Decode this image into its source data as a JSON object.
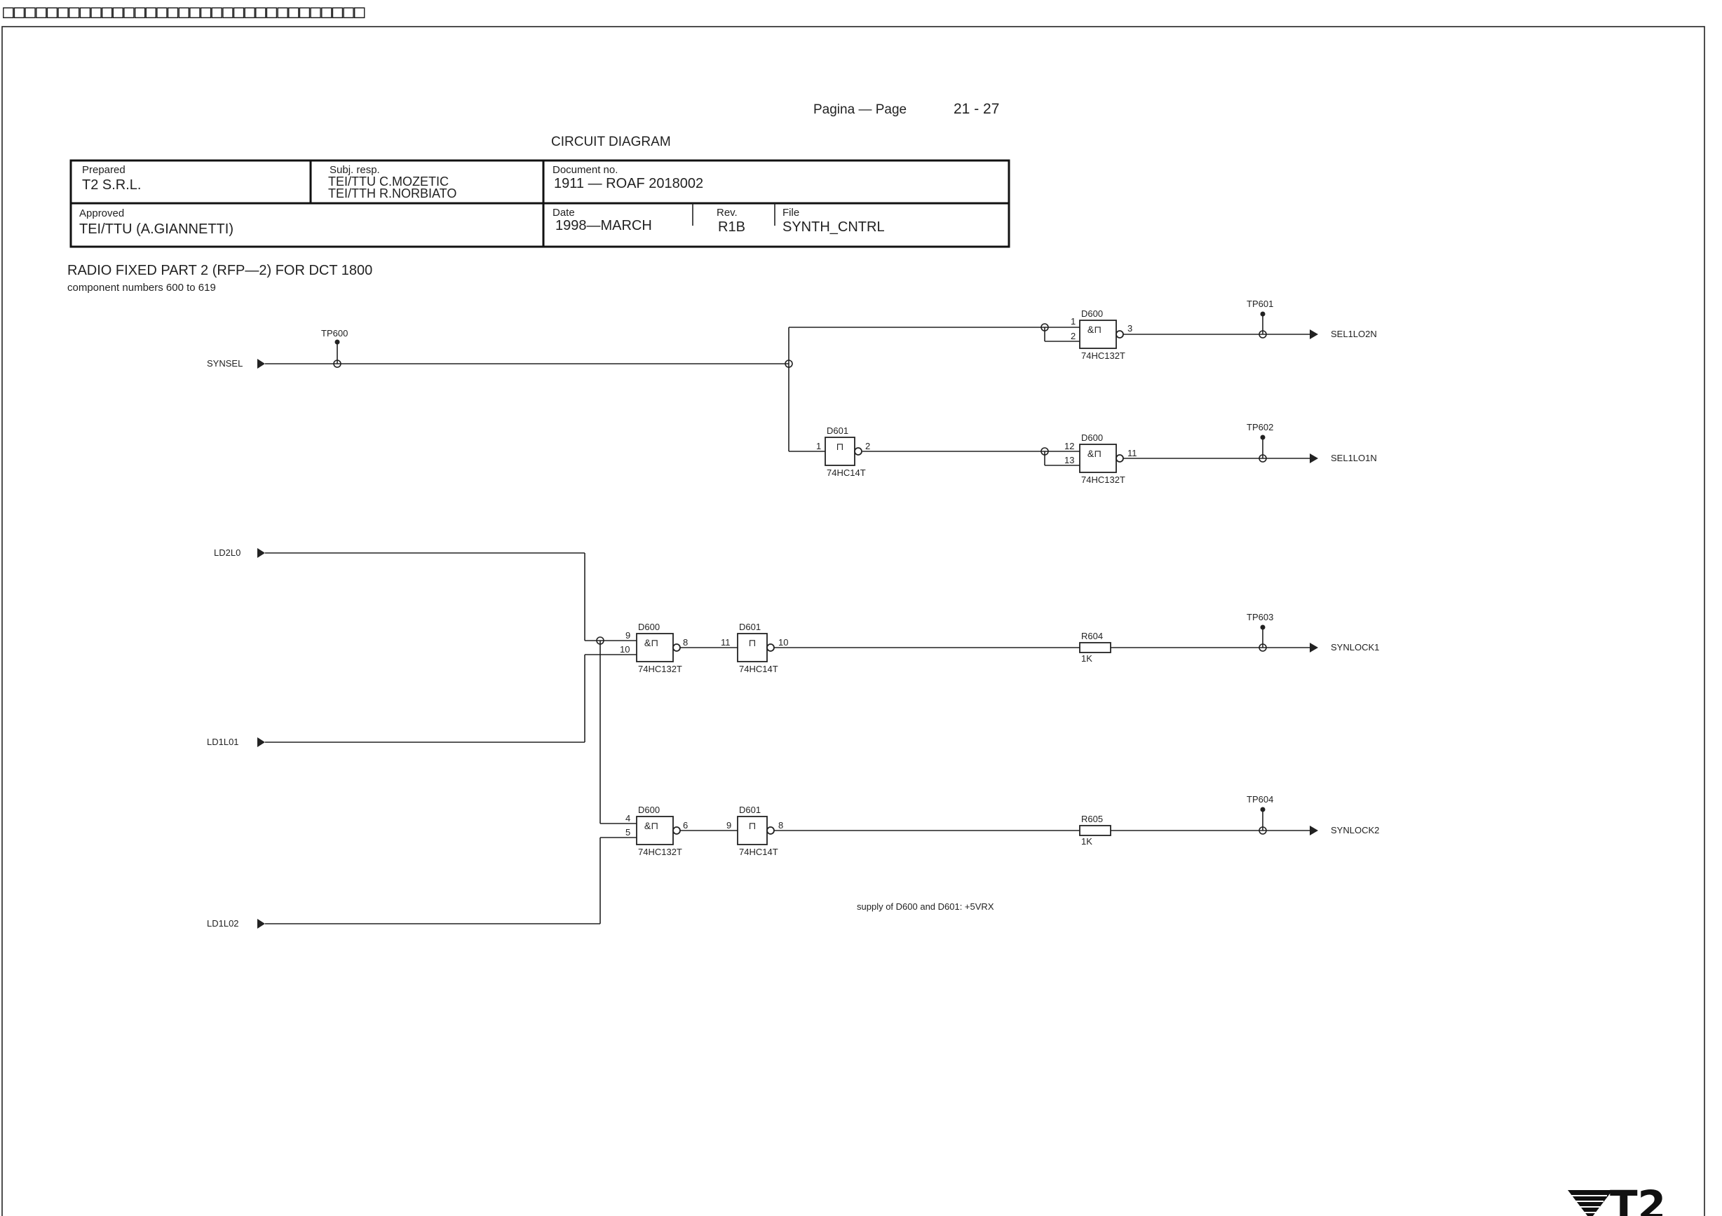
{
  "header_glyphs": "□□□□□□□□□□□□□□□□□□□□□□□□□□□□□□□□□",
  "page_label": "Pagina  —  Page",
  "page_number": "21 - 27",
  "doc_title": "CIRCUIT  DIAGRAM",
  "title_block": {
    "prepared_label": "Prepared",
    "prepared_value": "T2  S.R.L.",
    "subj_label": "Subj. resp.",
    "subj_line1": "TEI/TTU  C.MOZETIC",
    "subj_line2": "TEI/TTH  R.NORBIATO",
    "document_label": "Document  no.",
    "document_value": "1911  —  ROAF  2018002",
    "approved_label": "Approved",
    "approved_value": "TEI/TTU  (A.GIANNETTI)",
    "date_label": "Date",
    "date_value": "1998—MARCH",
    "rev_label": "Rev.",
    "rev_value": "R1B",
    "file_label": "File",
    "file_value": "SYNTH_CNTRL"
  },
  "project_title": "RADIO  FIXED  PART  2  (RFP—2)  FOR  DCT  1800",
  "component_note": "component  numbers  600  to  619",
  "supply_note": "supply  of  D600  and  D601:  +5VRX",
  "inputs": {
    "synsel": "SYNSEL",
    "ld2lo": "LD2L0",
    "ld1lo1": "LD1L01",
    "ld1lo2": "LD1L02"
  },
  "outputs": {
    "sel1lo2n": "SEL1LO2N",
    "sel1lo1n": "SEL1LO1N",
    "synlock1": "SYNLOCK1",
    "synlock2": "SYNLOCK2"
  },
  "test_points": {
    "tp600": "TP600",
    "tp601": "TP601",
    "tp602": "TP602",
    "tp603": "TP603",
    "tp604": "TP604"
  },
  "gates": {
    "nand_symbol": "&⊓",
    "schmitt_symbol": "⊓",
    "g1": {
      "ref": "D600",
      "part": "74HC132T",
      "pin_a": "1",
      "pin_b": "2",
      "pin_out": "3"
    },
    "g2": {
      "ref": "D601",
      "part": "74HC14T",
      "pin_in": "1",
      "pin_out": "2"
    },
    "g3": {
      "ref": "D600",
      "part": "74HC132T",
      "pin_a": "12",
      "pin_b": "13",
      "pin_out": "11"
    },
    "g4": {
      "ref": "D600",
      "part": "74HC132T",
      "pin_a": "9",
      "pin_b": "10",
      "pin_out": "8"
    },
    "g5": {
      "ref": "D601",
      "part": "74HC14T",
      "pin_in": "11",
      "pin_out": "10"
    },
    "g6": {
      "ref": "D600",
      "part": "74HC132T",
      "pin_a": "4",
      "pin_b": "5",
      "pin_out": "6"
    },
    "g7": {
      "ref": "D601",
      "part": "74HC14T",
      "pin_in": "9",
      "pin_out": "8"
    }
  },
  "resistors": {
    "r604": {
      "ref": "R604",
      "value": "1K"
    },
    "r605": {
      "ref": "R605",
      "value": "1K"
    }
  },
  "logo_text": "T2"
}
